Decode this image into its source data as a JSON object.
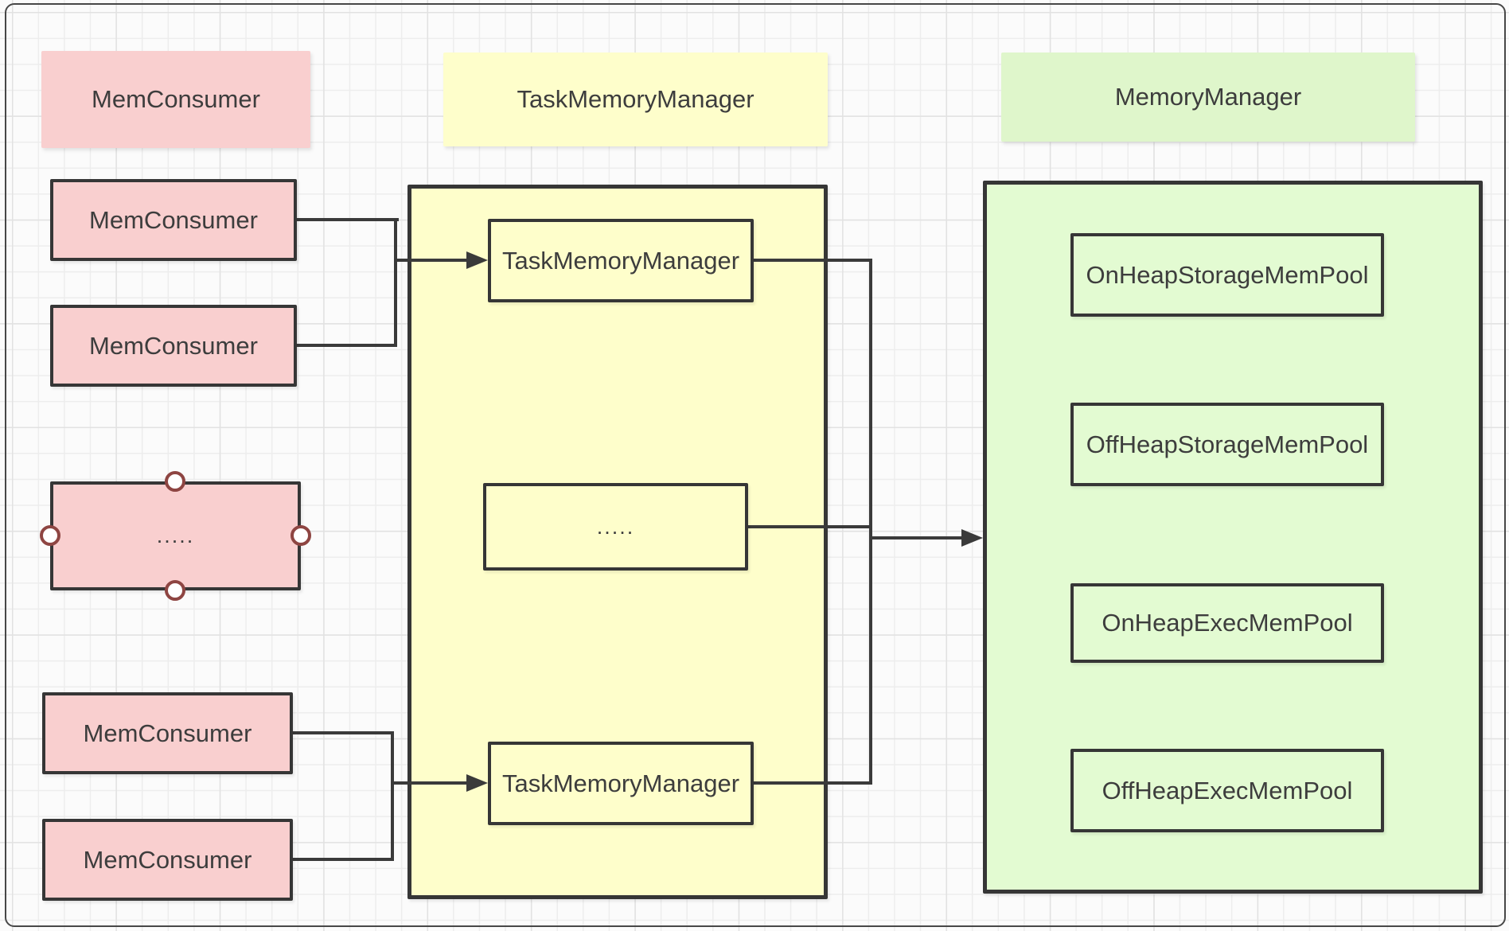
{
  "diagram": {
    "left_column": {
      "header": "MemConsumer",
      "consumer1": "MemConsumer",
      "consumer2": "MemConsumer",
      "dots": ".....",
      "consumer3": "MemConsumer",
      "consumer4": "MemConsumer"
    },
    "middle_column": {
      "header": "TaskMemoryManager",
      "manager1": "TaskMemoryManager",
      "dots": ".....",
      "manager2": "TaskMemoryManager"
    },
    "right_column": {
      "header": "MemoryManager",
      "pool1": "OnHeapStorageMemPool",
      "pool2": "OffHeapStorageMemPool",
      "pool3": "OnHeapExecMemPool",
      "pool4": "OffHeapExecMemPool"
    }
  },
  "colors": {
    "pink_fill": "#F9CFCF",
    "yellow_fill": "#FEFECB",
    "green_fill": "#E3FBD2",
    "green_header_fill": "#DFF6CB",
    "stroke": "#363636",
    "line": "#3A3A3A",
    "handle_stroke": "#8E4542",
    "canvas_bg": "#FBFBFB",
    "grid_minor": "#EDEDED",
    "grid_major": "#E2E2E2",
    "text": "#3D3D3D"
  }
}
